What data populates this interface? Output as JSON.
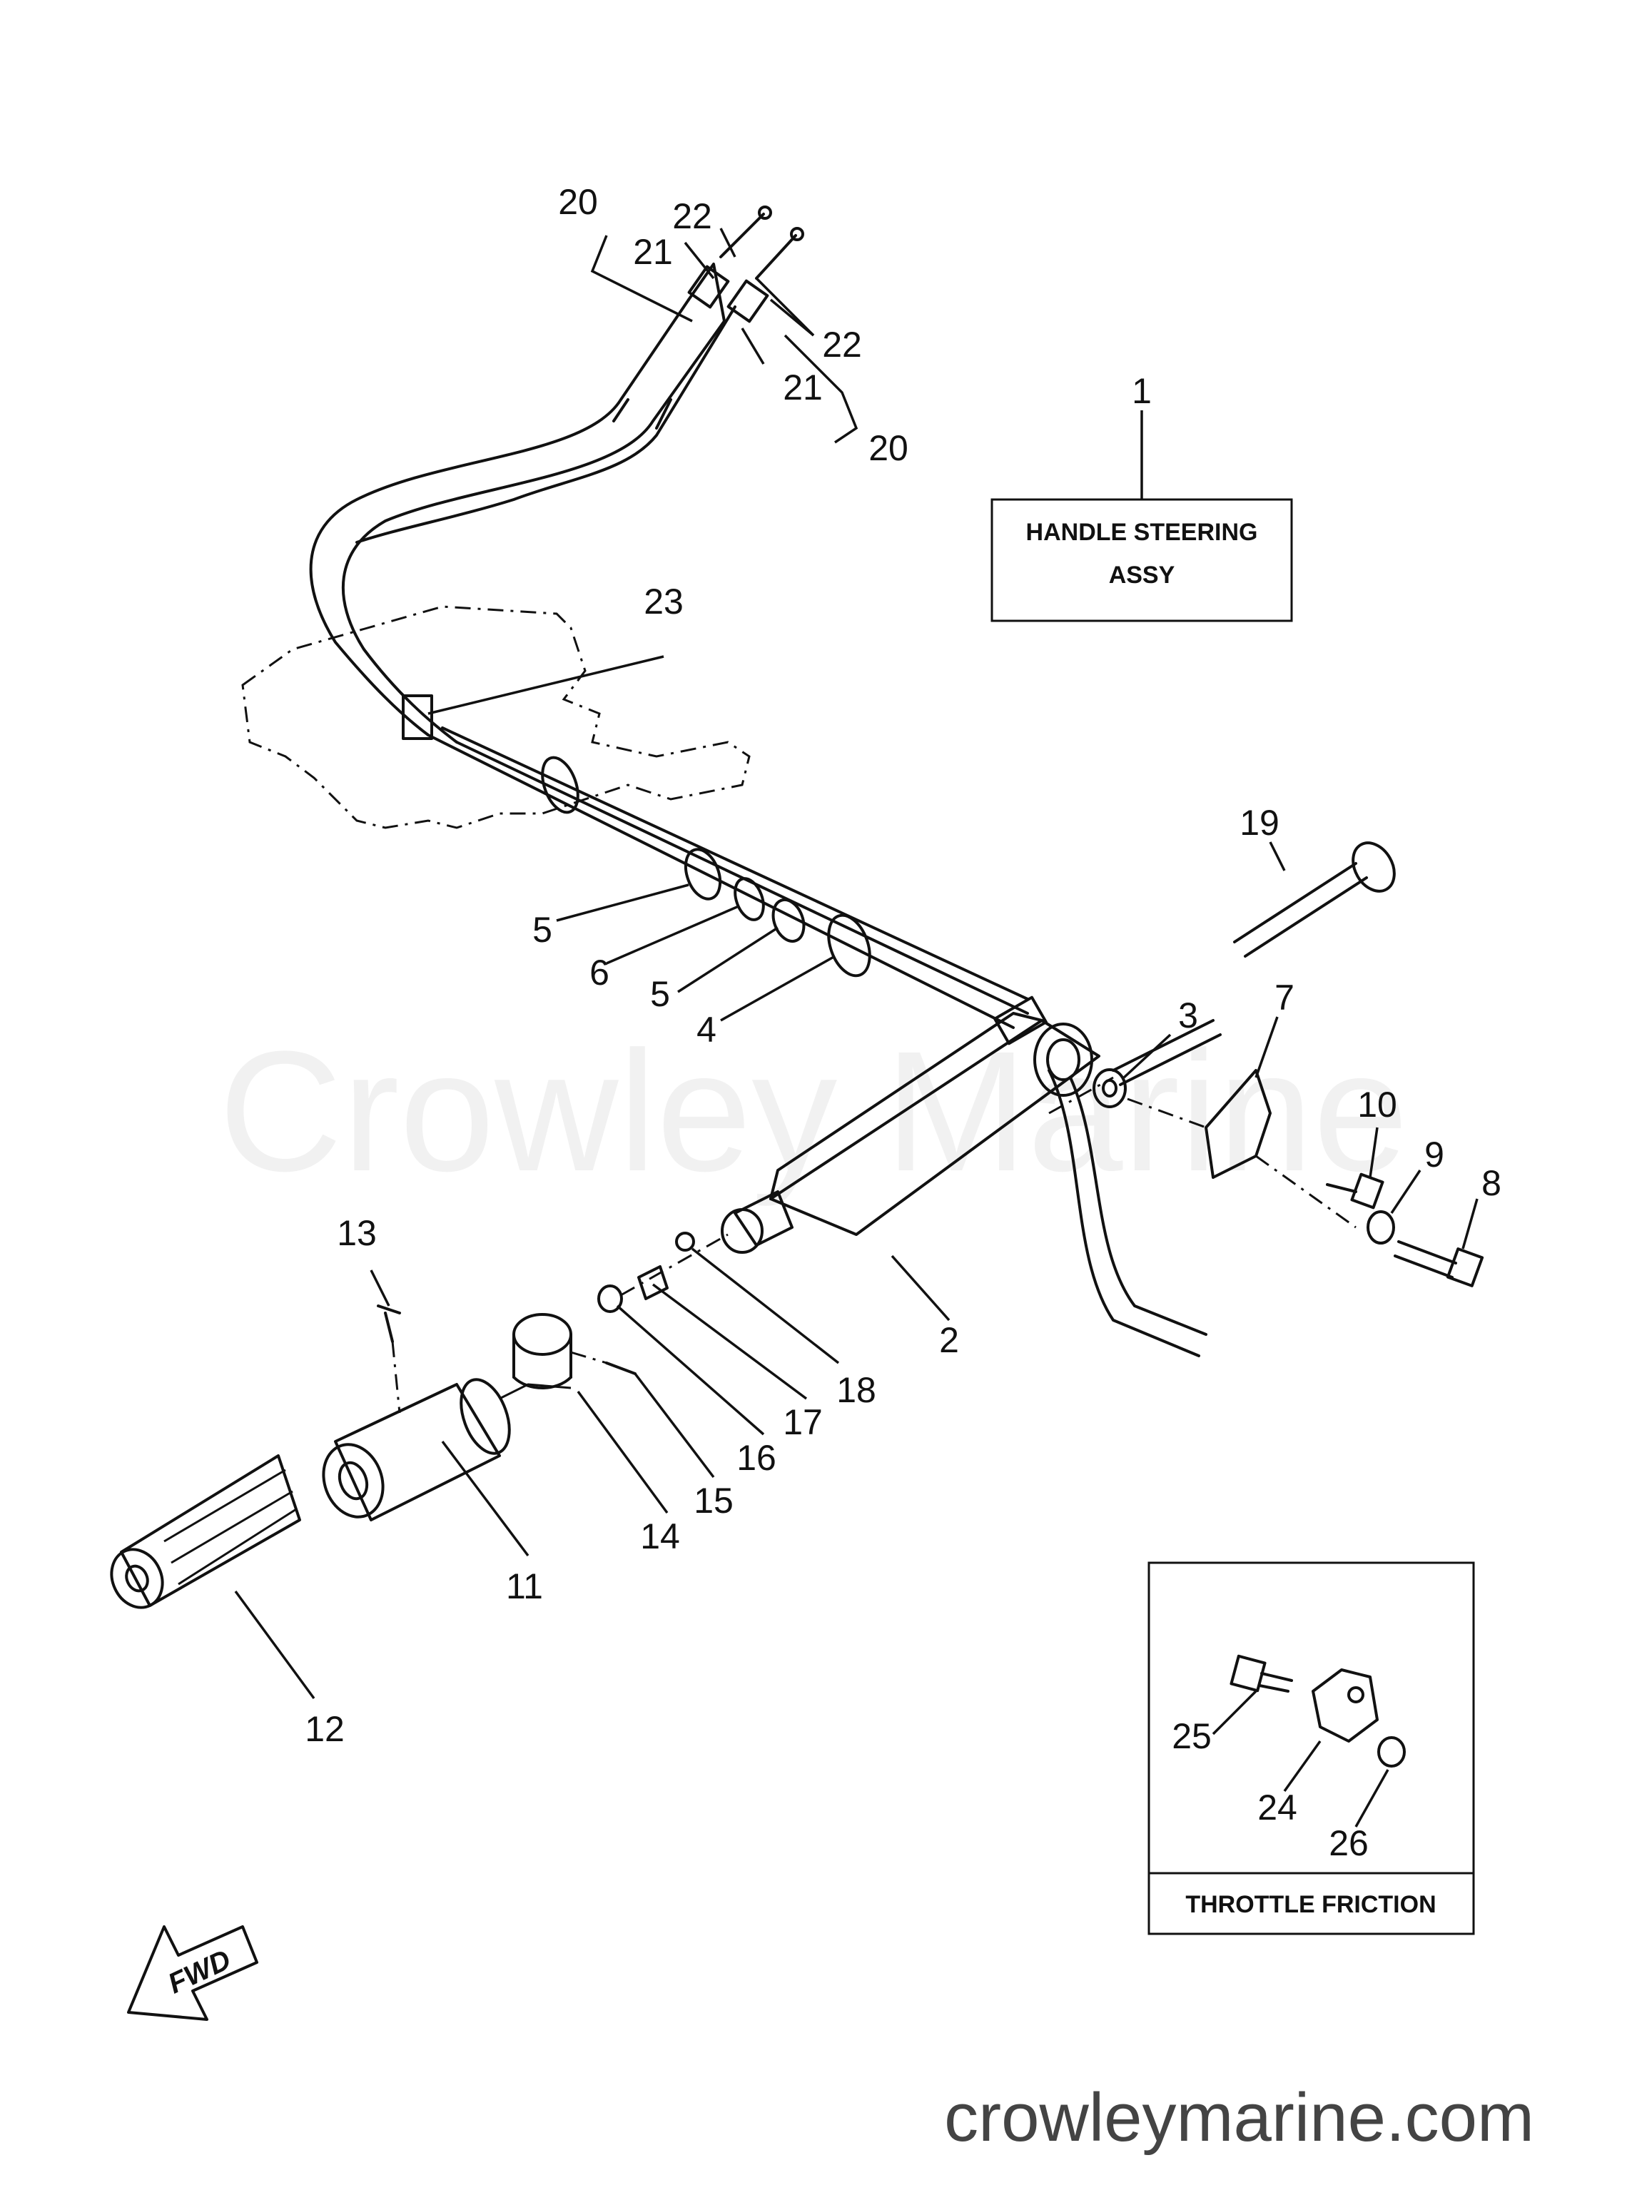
{
  "watermark": "Crowley Marine",
  "website": "crowleymarine.com",
  "assembly_box": {
    "line1": "HANDLE STEERING",
    "line2": "ASSY"
  },
  "inset_box": {
    "title": "THROTTLE FRICTION"
  },
  "forward_arrow": {
    "label": "FWD"
  },
  "callouts": {
    "c1": "1",
    "c2": "2",
    "c3": "3",
    "c4": "4",
    "c5a": "5",
    "c5b": "5",
    "c6": "6",
    "c7": "7",
    "c8": "8",
    "c9": "9",
    "c10": "10",
    "c11": "11",
    "c12": "12",
    "c13": "13",
    "c14": "14",
    "c15": "15",
    "c16": "16",
    "c17": "17",
    "c18": "18",
    "c19": "19",
    "c20a": "20",
    "c20b": "20",
    "c21a": "21",
    "c21b": "21",
    "c22a": "22",
    "c22b": "22",
    "c23": "23",
    "c24": "24",
    "c25": "25",
    "c26": "26"
  }
}
